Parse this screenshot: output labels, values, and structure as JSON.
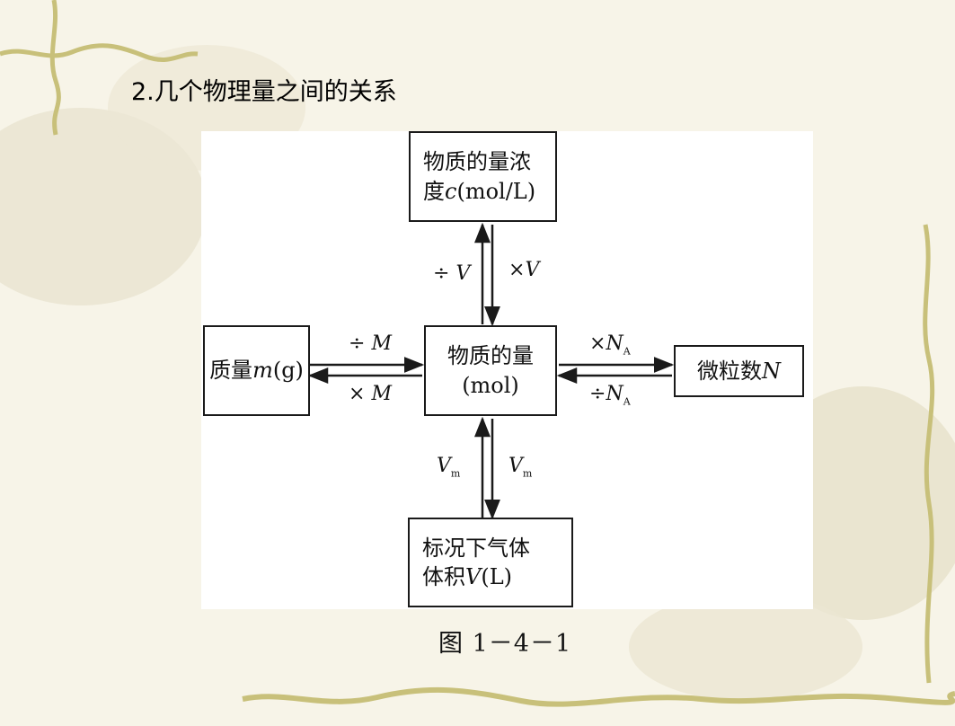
{
  "slide": {
    "title": "2.几个物理量之间的关系",
    "caption": "图 1－4－1"
  },
  "diagram": {
    "nodes": {
      "center": {
        "line1": "物质的量",
        "line2": "(mol)"
      },
      "top": {
        "line1": "物质的量浓",
        "line2_prefix": "度",
        "line2_var": "c",
        "line2_unit": "(mol/L)"
      },
      "left": {
        "prefix": "质量",
        "var": "m",
        "unit": "(g)"
      },
      "right": {
        "prefix": "微粒数",
        "var": "N"
      },
      "bottom": {
        "line1": "标况下气体",
        "line2_prefix": "体积",
        "line2_var": "V",
        "line2_unit": "(L)"
      }
    },
    "operations": {
      "top_up": {
        "sym": "÷",
        "var": "V",
        "sub": ""
      },
      "top_down": {
        "sym": "×",
        "var": "V",
        "sub": ""
      },
      "left_to_center": {
        "sym": "÷",
        "var": "M",
        "sub": ""
      },
      "center_to_left": {
        "sym": "×",
        "var": "M",
        "sub": ""
      },
      "center_to_right": {
        "sym": "×",
        "var": "N",
        "sub": "A"
      },
      "right_to_center": {
        "sym": "÷",
        "var": "N",
        "sub": "A"
      },
      "bottom_up": {
        "sym": "",
        "var": "V",
        "sub": "m"
      },
      "bottom_down": {
        "sym": "",
        "var": "V",
        "sub": "m"
      }
    }
  },
  "colors": {
    "background": "#f7f4e8",
    "vine": "#c8c07a",
    "line": "#1a1a1a"
  }
}
